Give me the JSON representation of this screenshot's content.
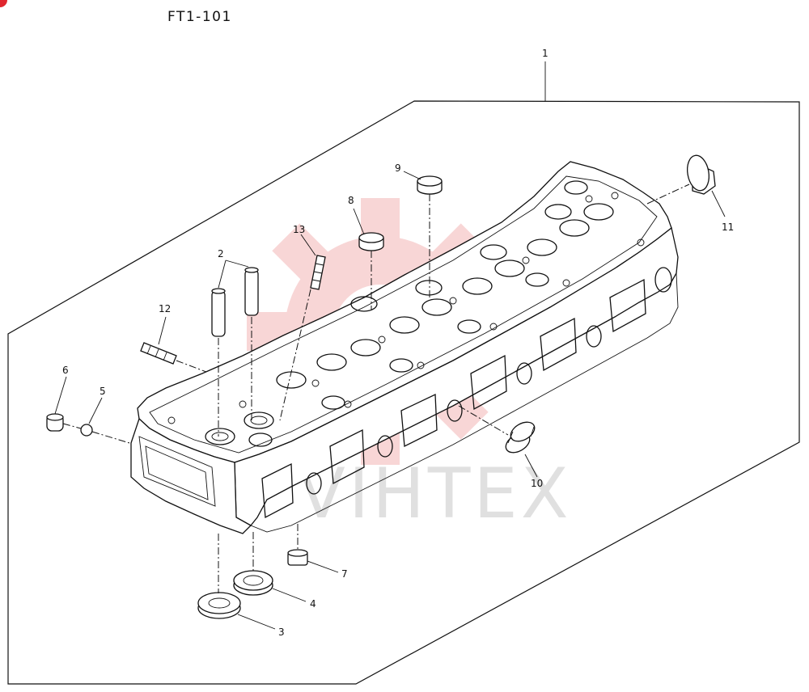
{
  "page_code": "FT1-101",
  "watermark": "VIHTEX",
  "callouts": {
    "c1": "1",
    "c2": "2",
    "c3": "3",
    "c4": "4",
    "c5": "5",
    "c6": "6",
    "c7": "7",
    "c8": "8",
    "c9": "9",
    "c10": "10",
    "c11": "11",
    "c12": "12",
    "c13": "13"
  },
  "colors": {
    "line": "#111111",
    "watermark": "#e04a4a",
    "corner_mark": "#e0262e"
  }
}
